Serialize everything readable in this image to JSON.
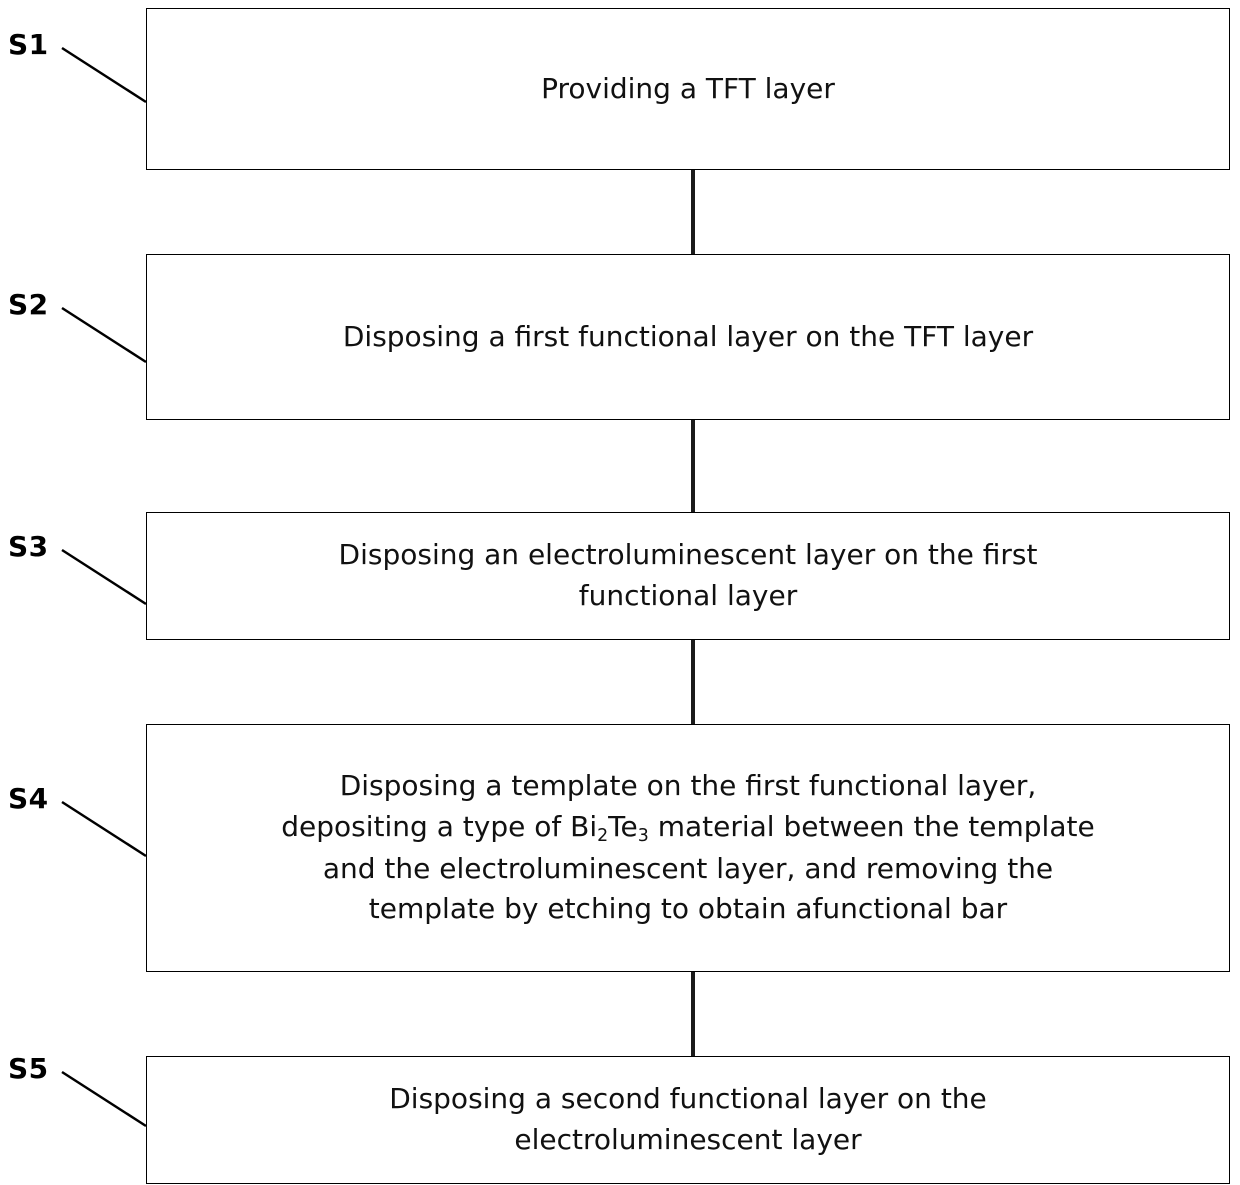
{
  "diagram": {
    "title": "Method flowchart for manufacturing a display panel",
    "type": "flowchart",
    "orientation": "vertical",
    "box_border_color": "#000000",
    "background_color": "#ffffff",
    "connector_color": "#1a1a1a",
    "steps": [
      {
        "id": "S1",
        "label": "S1",
        "text": "Providing a TFT layer",
        "has_subscript": false
      },
      {
        "id": "S2",
        "label": "S2",
        "text": "Disposing a first functional layer on the TFT layer",
        "has_subscript": false
      },
      {
        "id": "S3",
        "label": "S3",
        "text": "Disposing an electroluminescent layer on the first\nfunctional layer",
        "has_subscript": false
      },
      {
        "id": "S4",
        "label": "S4",
        "text": "Disposing a template on the first functional layer,\ndepositing a type of Bi2Te3 material between the template\nand the electroluminescent layer, and removing the\ntemplate by etching to obtain afunctional bar",
        "has_subscript": true,
        "rich_lines": [
          "Disposing a template on the first functional layer,",
          "depositing a type of Bi<sub>2</sub>Te<sub>3</sub> material between the template",
          "and the electroluminescent layer, and removing the",
          "template by etching to obtain afunctional bar"
        ]
      },
      {
        "id": "S5",
        "label": "S5",
        "text": "Disposing a second functional layer on the\nelectroluminescent layer",
        "has_subscript": false
      }
    ],
    "connectors": [
      {
        "from": "S1",
        "to": "S2"
      },
      {
        "from": "S2",
        "to": "S3"
      },
      {
        "from": "S3",
        "to": "S4"
      },
      {
        "from": "S4",
        "to": "S5"
      }
    ]
  }
}
